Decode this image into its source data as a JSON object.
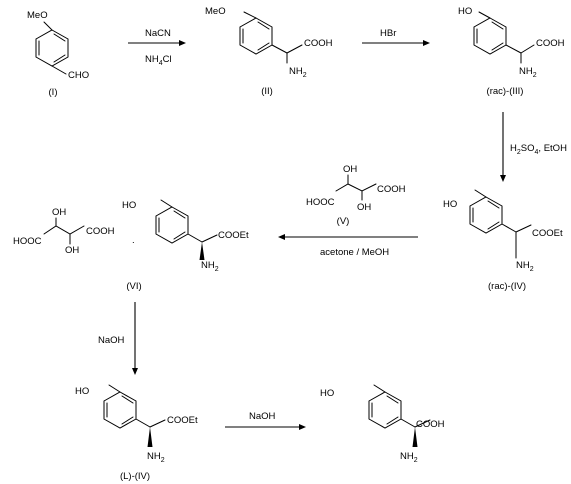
{
  "reagents": {
    "step1_top": "NaCN",
    "step1_bottom": "NH",
    "step1_bottom_sub": "4",
    "step1_bottom_tail": "Cl",
    "step2": "HBr",
    "step3_a": "H",
    "step3_sub1": "2",
    "step3_b": "SO",
    "step3_sub2": "4",
    "step3_c": ", EtOH",
    "step4": "acetone / MeOH",
    "step5": "NaOH",
    "step6": "NaOH"
  },
  "compounds": {
    "c1": {
      "label": "(I)",
      "sub": "MeO",
      "group": "CHO"
    },
    "c2": {
      "label": "(II)",
      "sub": "MeO",
      "acid": "COOH",
      "amine": "NH",
      "amine_sub": "2"
    },
    "c3": {
      "label": "(rac)-(III)",
      "sub": "HO",
      "acid": "COOH",
      "amine": "NH",
      "amine_sub": "2"
    },
    "c4": {
      "label": "(rac)-(IV)",
      "sub": "HO",
      "ester": "COOEt",
      "amine": "NH",
      "amine_sub": "2"
    },
    "c5": {
      "label": "(V)",
      "oh": "OH",
      "acid": "COOH",
      "acid_left": "HOOC"
    },
    "c6": {
      "label": "(VI)",
      "sub": "HO",
      "ester": "COOEt",
      "amine": "NH",
      "amine_sub": "2",
      "oh": "OH",
      "acid": "COOH",
      "acid_left": "HOOC",
      "dot": "."
    },
    "c7": {
      "label": "(L)-(IV)",
      "sub": "HO",
      "ester": "COOEt",
      "amine": "NH",
      "amine_sub": "2"
    },
    "c8": {
      "sub": "HO",
      "acid": "COOH",
      "amine": "NH",
      "amine_sub": "2"
    }
  }
}
